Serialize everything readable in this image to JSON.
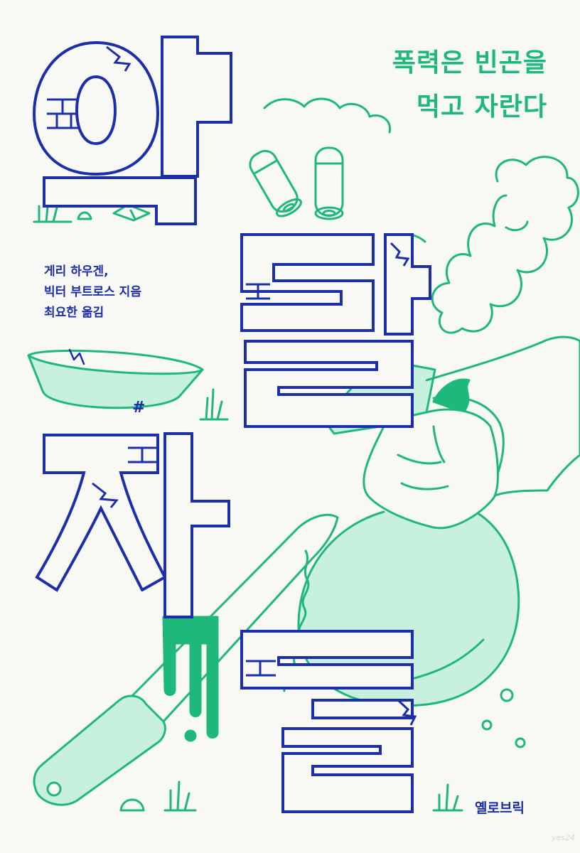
{
  "title": "악랄자들",
  "tagline": [
    "폭력은 빈곤을",
    "먹고 자란다"
  ],
  "credits": [
    "게리 하우겐,",
    "빅터 부트로스 지음",
    "최요한 옮김"
  ],
  "publisher": "옐로브릭",
  "watermark": "yes24",
  "colors": {
    "navy": "#1c2fa8",
    "green": "#1fb87b",
    "mint": "#c7f0de",
    "background": "#f8f8f4"
  }
}
